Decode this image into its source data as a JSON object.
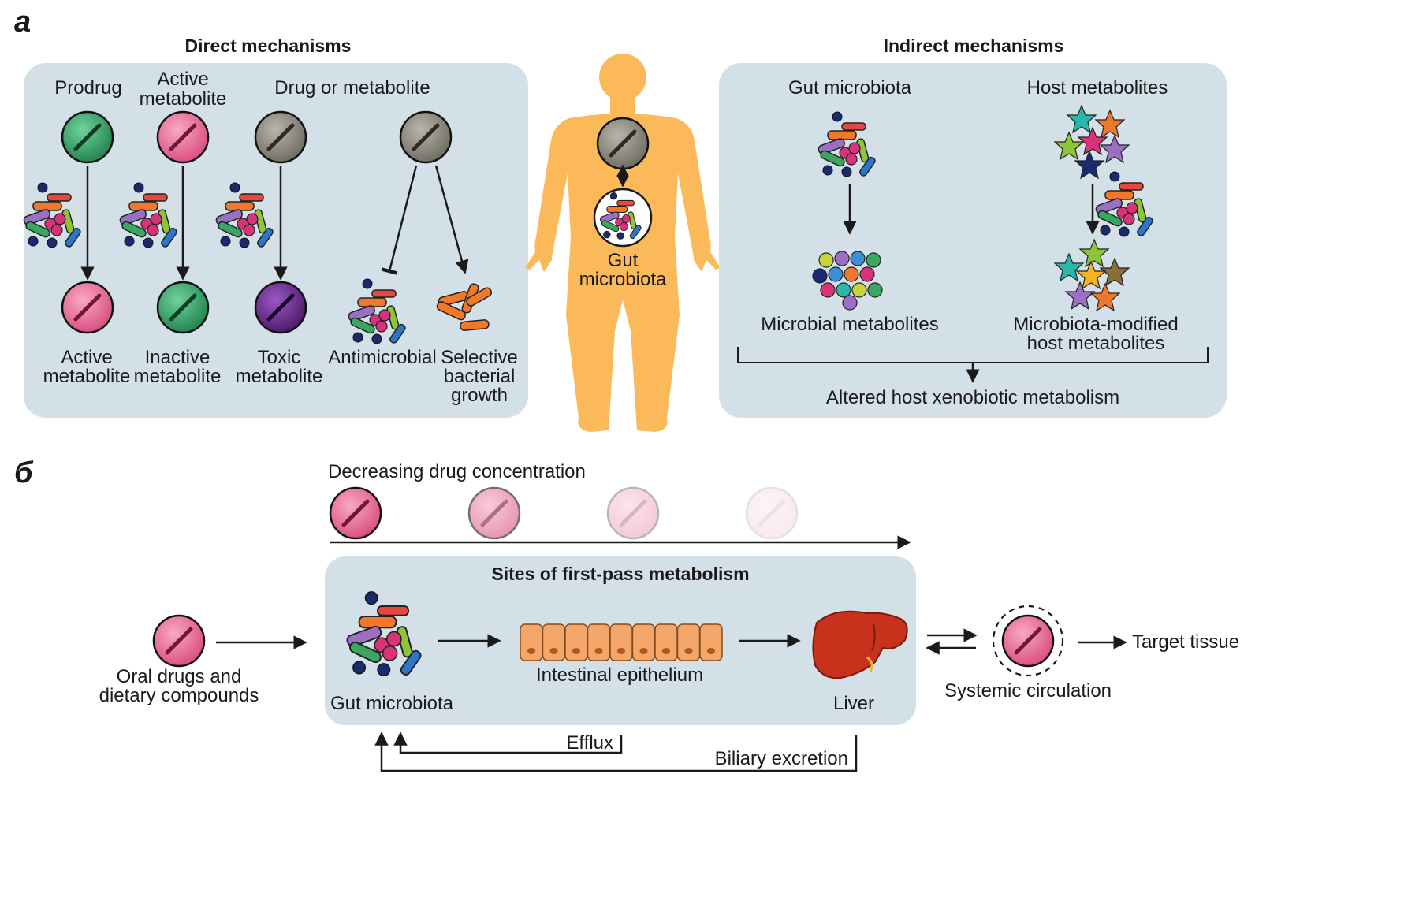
{
  "panel_a": {
    "letter": "а",
    "direct": {
      "header": "Direct mechanisms",
      "col_labels": {
        "prodrug": "Prodrug",
        "active_1": "Active",
        "active_2": "metabolite",
        "drug_or_metabolite": "Drug or metabolite"
      },
      "outcomes": {
        "active_metabolite": [
          "Active",
          "metabolite"
        ],
        "inactive_metabolite": [
          "Inactive",
          "metabolite"
        ],
        "toxic_metabolite": [
          "Toxic",
          "metabolite"
        ],
        "antimicrobial": "Antimicrobial",
        "selective_growth": [
          "Selective",
          "bacterial",
          "growth"
        ]
      }
    },
    "body": {
      "gut_label": [
        "Gut",
        "microbiota"
      ]
    },
    "indirect": {
      "header": "Indirect mechanisms",
      "gut_microbiota": "Gut microbiota",
      "host_metabolites": "Host metabolites",
      "microbial_metabolites": "Microbial metabolites",
      "modified_host": [
        "Microbiota-modified",
        "host metabolites"
      ],
      "altered": "Altered host xenobiotic metabolism"
    }
  },
  "panel_b": {
    "letter": "б",
    "decreasing": "Decreasing drug concentration",
    "pill_opacity": [
      1.0,
      0.6,
      0.3,
      0.12
    ],
    "sites_header": "Sites of first-pass metabolism",
    "oral": [
      "Oral drugs and",
      "dietary compounds"
    ],
    "gut_microbiota": "Gut microbiota",
    "epithelium": "Intestinal epithelium",
    "epithelium_cells": 9,
    "liver": "Liver",
    "systemic": "Systemic circulation",
    "target": "Target tissue",
    "efflux": "Efflux",
    "biliary": "Biliary excretion"
  },
  "colors": {
    "panel_bg": "#d3e0e7",
    "body": "#fbb95a",
    "pill_green": "#2e9e63",
    "pill_pink": "#e8618f",
    "pill_grey": "#8a877c",
    "pill_purple": "#6a2a8e",
    "liver": "#c8321c",
    "epithelium": "#f4a76a"
  }
}
